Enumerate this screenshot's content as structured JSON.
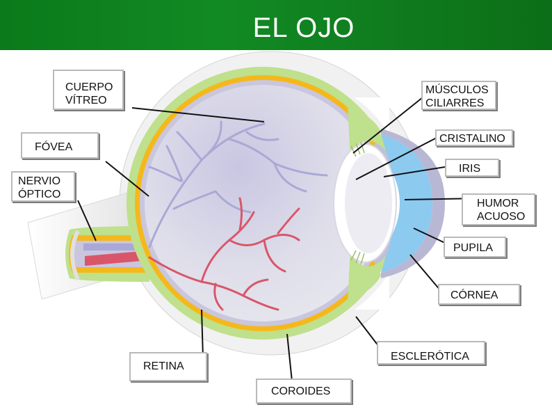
{
  "title": "EL OJO",
  "labels": {
    "cuerpo_vitreo": [
      "CUERPO",
      "VÍTREO"
    ],
    "musculos_ciliares": [
      "MÚSCULOS",
      "CILIARRES"
    ],
    "cristalino": "CRISTALINO",
    "fovea": "FÓVEA",
    "iris": "IRIS",
    "nervio_optico": [
      "NERVIO",
      "ÓPTICO"
    ],
    "humor_acuoso": [
      "HUMOR",
      "ACUOSO"
    ],
    "pupila": "PUPILA",
    "cornea": "CÓRNEA",
    "esclerotica": "ESCLERÓTICA",
    "retina": "RETINA",
    "coroides": "COROIDES"
  },
  "colors": {
    "header": "#0f8020",
    "sclera": "#bfe08c",
    "choroid": "#f5b81c",
    "retina": "#c9c6de",
    "vitreous": "#dcdcea",
    "iris": "#c0c0d8",
    "cornea": "#b8b8d4",
    "aqueous": "#8ccaf0",
    "vessels_blue": "#aaa8d6",
    "vessels_red": "#d9566a"
  }
}
